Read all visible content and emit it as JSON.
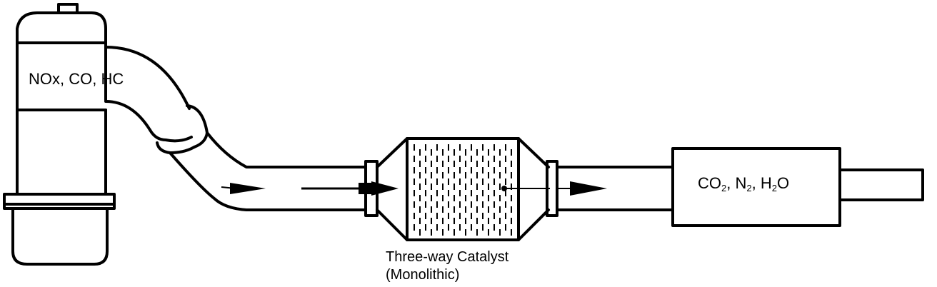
{
  "labels": {
    "engine_gases": "NOx, CO, HC",
    "catalyst_line1": "Three-way Catalyst",
    "catalyst_line2": "(Monolithic)",
    "out_co": "CO",
    "out_co_sub": "2",
    "out_sep1": ", N",
    "out_n_sub": "2",
    "out_sep2": ", H",
    "out_h_sub": "2",
    "out_o": "O"
  },
  "colors": {
    "line": "#000000",
    "background": "#ffffff"
  }
}
